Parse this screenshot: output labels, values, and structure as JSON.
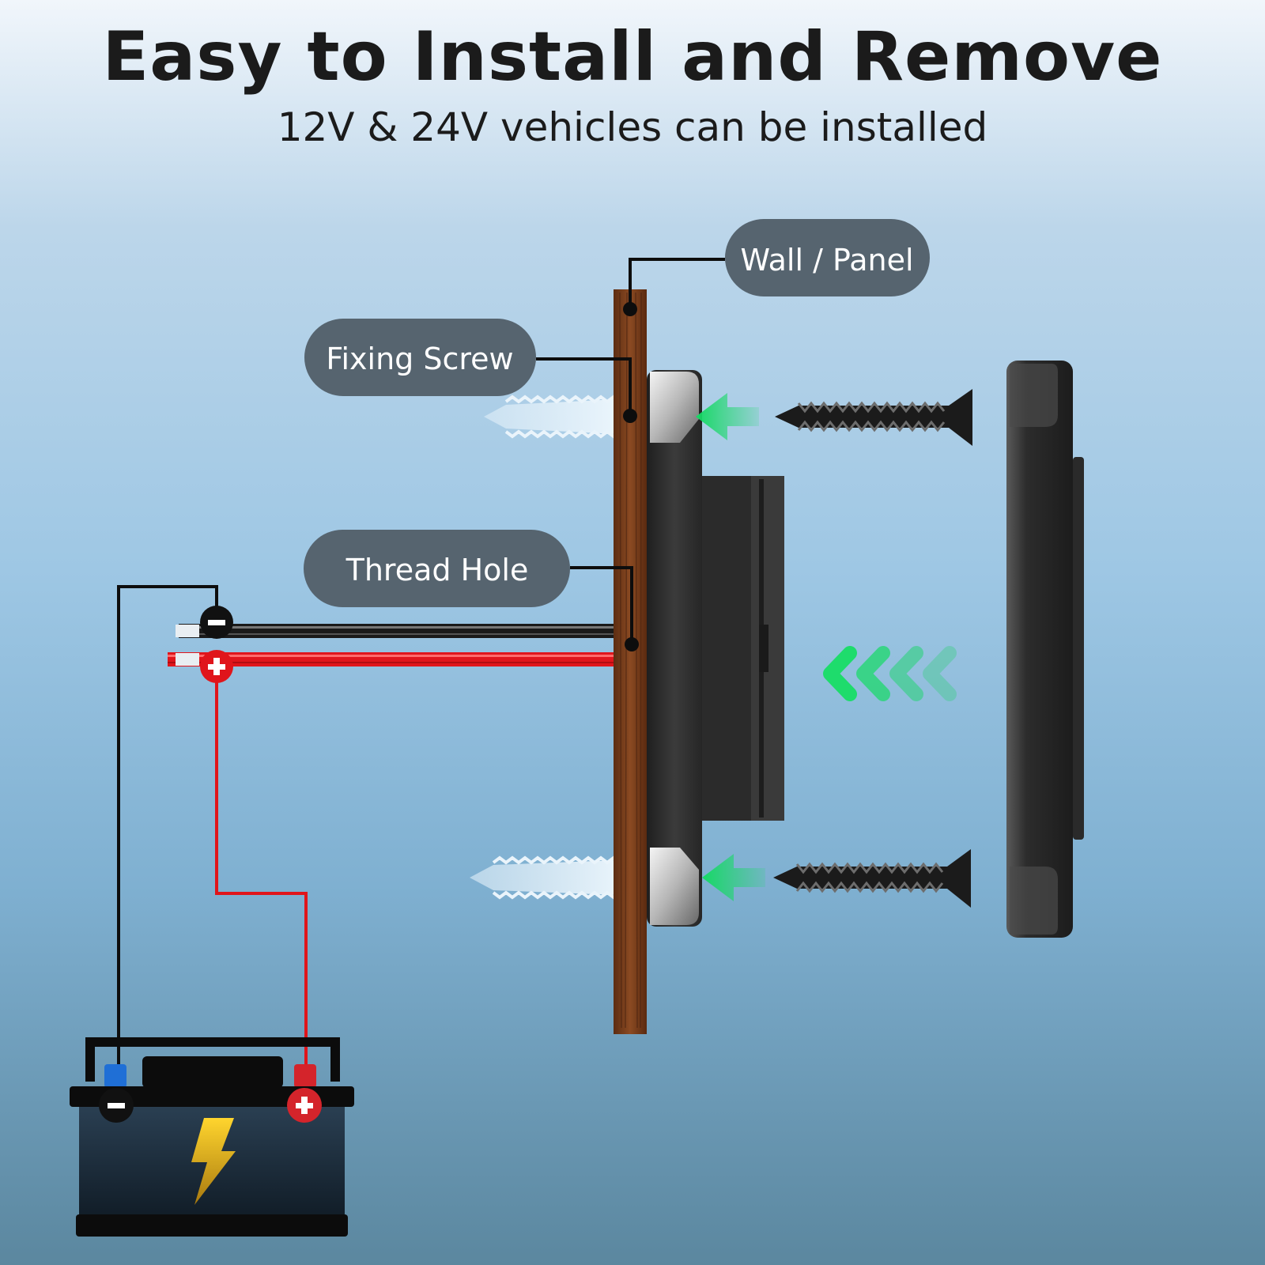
{
  "header": {
    "title": "Easy to Install and Remove",
    "subtitle": "12V & 24V vehicles can be installed"
  },
  "callouts": {
    "wall_panel": "Wall / Panel",
    "fixing_screw": "Fixing Screw",
    "thread_hole": "Thread Hole"
  },
  "colors": {
    "callout_bg": "#56646f",
    "wood": "#7a3f1c",
    "housing": "#2f2f2f",
    "wire_red": "#e0151b",
    "wire_black": "#111111",
    "arrow_green": "#18d96a",
    "terminal_negative": "#1f6fd6",
    "terminal_positive": "#d4242b",
    "bolt_yellow": "#f1c21b"
  },
  "icons": {
    "negative_terminal": "minus-circle-icon",
    "positive_terminal": "plus-circle-icon",
    "battery": "car-battery-icon",
    "lightning": "lightning-bolt-icon",
    "push_arrow": "green-arrow-icon",
    "chevrons": "chevron-left-icon"
  }
}
